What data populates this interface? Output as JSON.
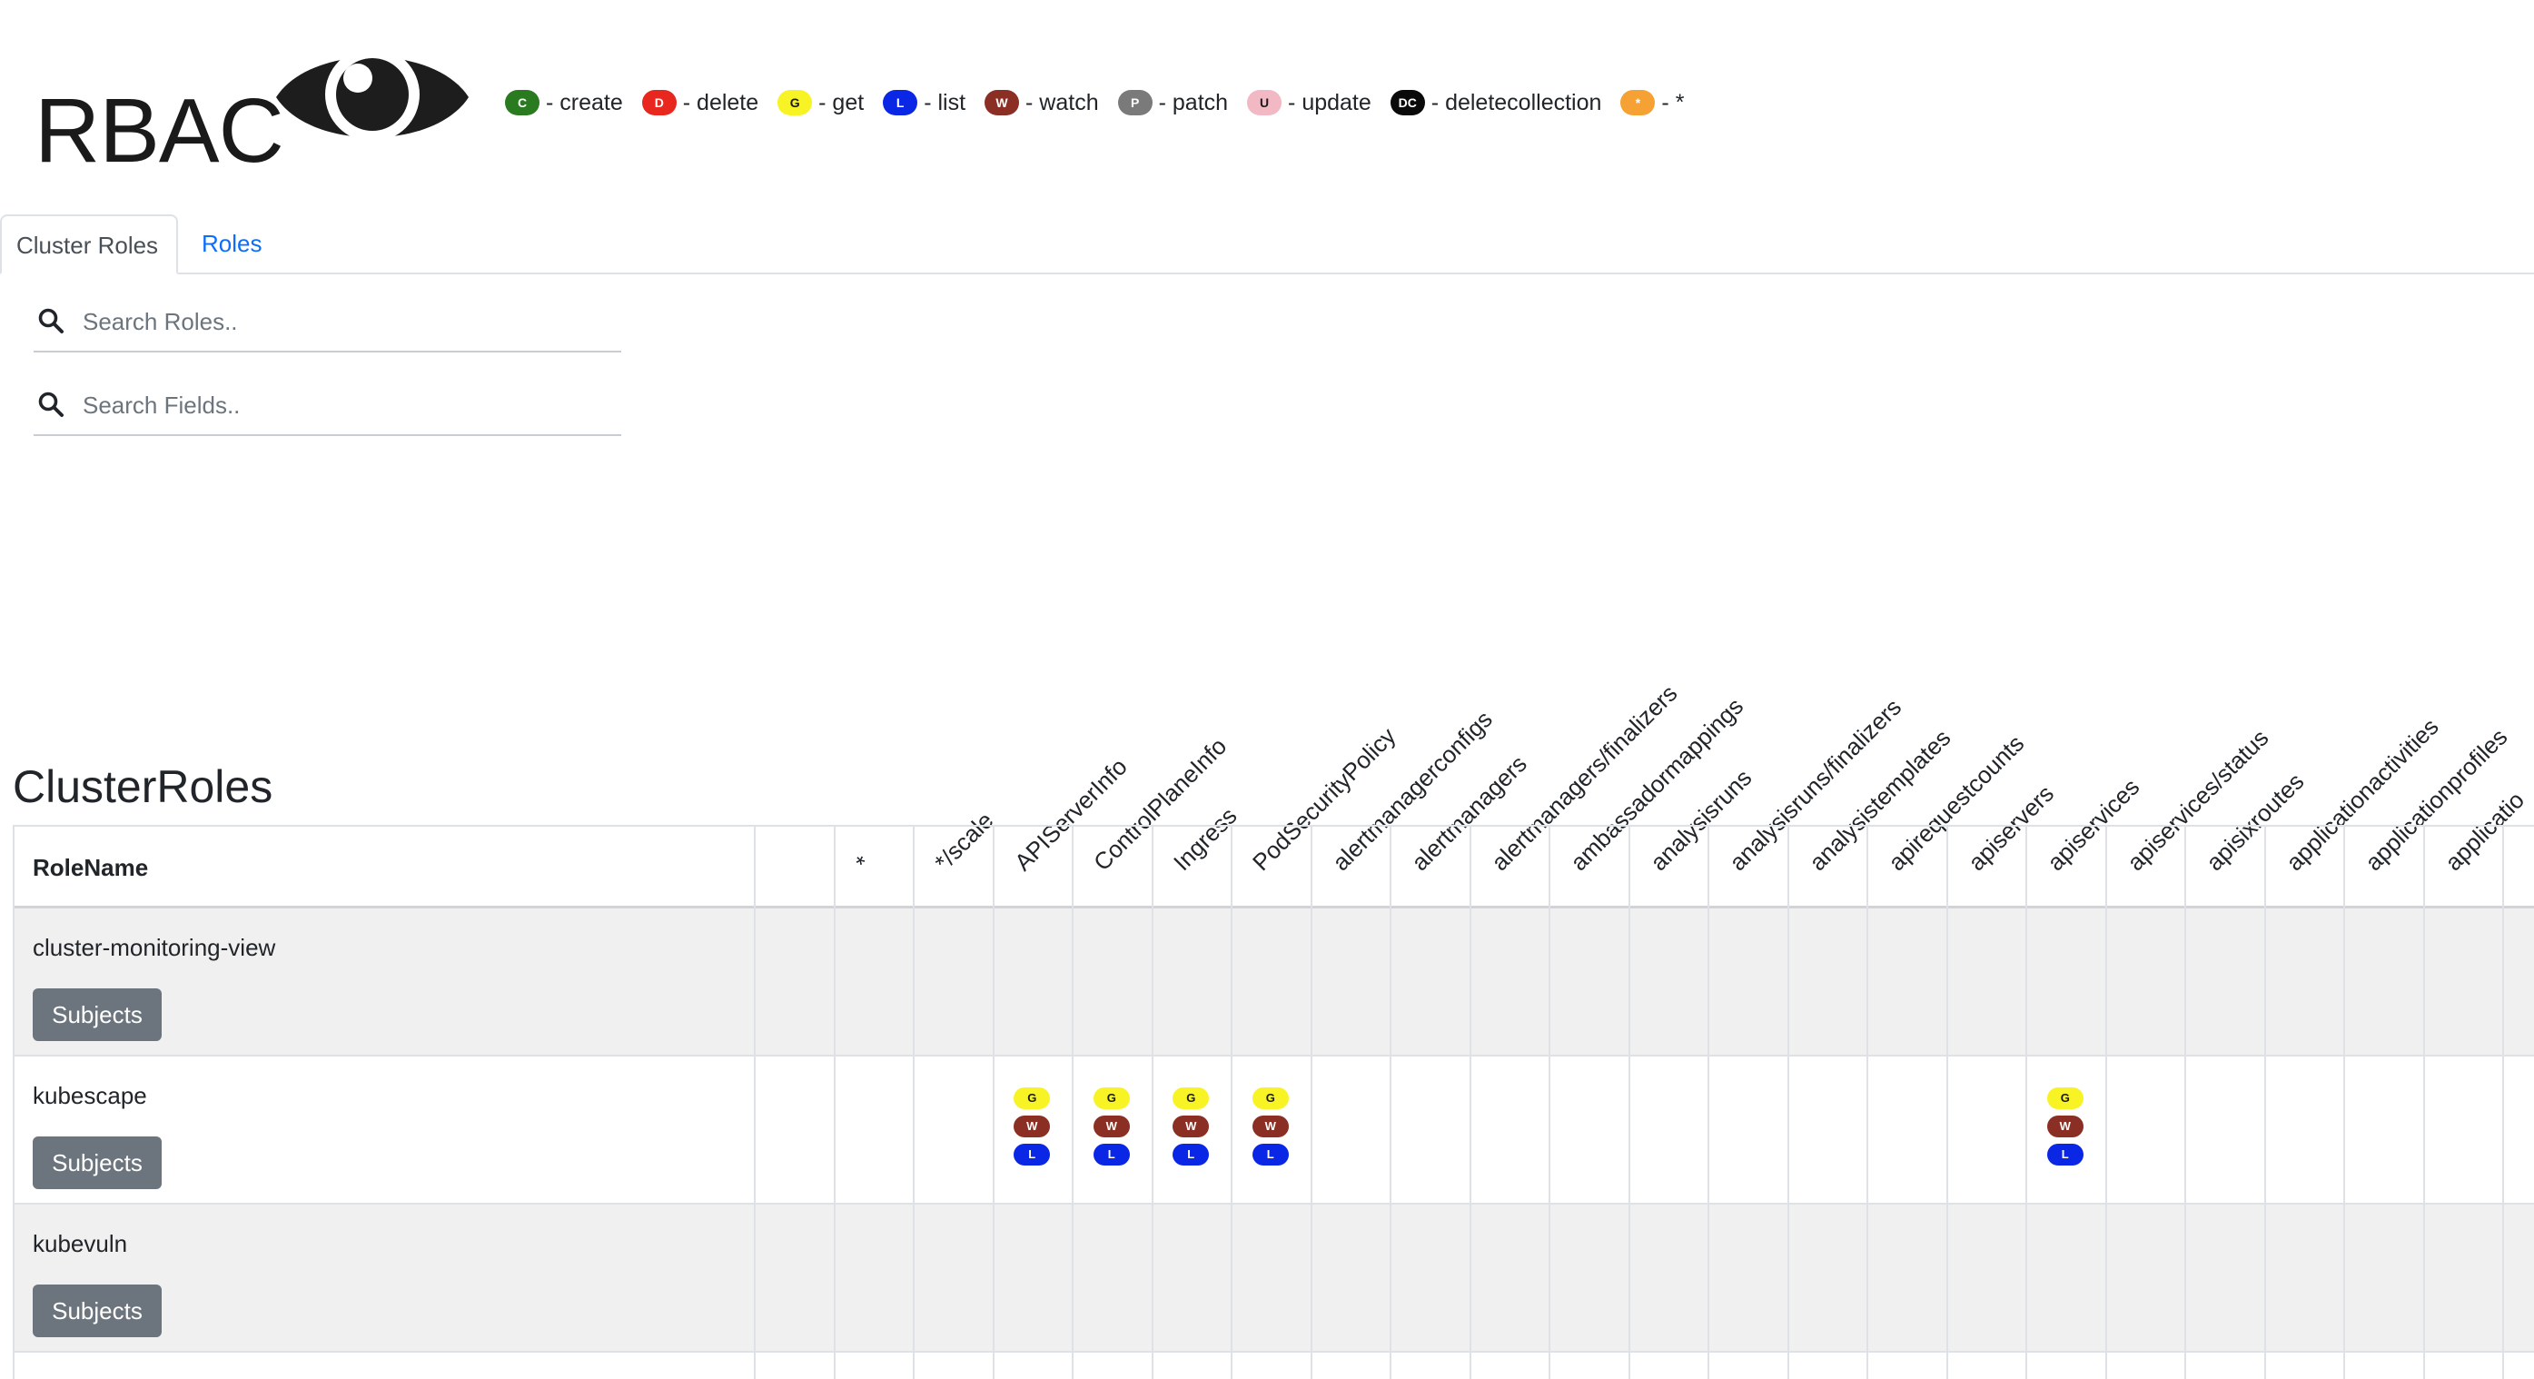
{
  "brand": {
    "title": "RBAC",
    "logo_icon": "eye-icon"
  },
  "legend": [
    {
      "code": "C",
      "label": "- create",
      "bg": "#2a7a1f",
      "fg": "#ffffff"
    },
    {
      "code": "D",
      "label": "- delete",
      "bg": "#e8271e",
      "fg": "#ffffff"
    },
    {
      "code": "G",
      "label": "- get",
      "bg": "#f7f325",
      "fg": "#1a1a1a"
    },
    {
      "code": "L",
      "label": "- list",
      "bg": "#0a27e6",
      "fg": "#ffffff"
    },
    {
      "code": "W",
      "label": "- watch",
      "bg": "#8b2e24",
      "fg": "#ffffff"
    },
    {
      "code": "P",
      "label": "- patch",
      "bg": "#7a7a7a",
      "fg": "#ffffff"
    },
    {
      "code": "U",
      "label": "- update",
      "bg": "#f2b8c4",
      "fg": "#1a1a1a"
    },
    {
      "code": "DC",
      "label": "- deletecollection",
      "bg": "#0a0a0a",
      "fg": "#ffffff"
    },
    {
      "code": "*",
      "label": "- *",
      "bg": "#f5a133",
      "fg": "#ffffff"
    }
  ],
  "tabs": [
    {
      "label": "Cluster Roles",
      "active": true
    },
    {
      "label": "Roles",
      "active": false
    }
  ],
  "search": {
    "roles_placeholder": "Search Roles..",
    "fields_placeholder": "Search Fields.."
  },
  "section_title": "ClusterRoles",
  "table": {
    "role_name_header": "RoleName",
    "columns": [
      "",
      "*",
      "*/scale",
      "APIServerInfo",
      "ControlPlaneInfo",
      "Ingress",
      "PodSecurityPolicy",
      "alertmanagerconfigs",
      "alertmanagers",
      "alertmanagers/finalizers",
      "ambassadormappings",
      "analysisruns",
      "analysisruns/finalizers",
      "analysistemplates",
      "apirequestcounts",
      "apiservers",
      "apiservices",
      "apiservices/status",
      "apisixroutes",
      "applicationactivities",
      "applicationprofiles",
      "applicatio"
    ],
    "subjects_label": "Subjects",
    "rows": [
      {
        "name": "cluster-monitoring-view",
        "shaded": true,
        "perms": {}
      },
      {
        "name": "kubescape",
        "shaded": false,
        "perms": {
          "APIServerInfo": [
            "G",
            "W",
            "L"
          ],
          "ControlPlaneInfo": [
            "G",
            "W",
            "L"
          ],
          "Ingress": [
            "G",
            "W",
            "L"
          ],
          "PodSecurityPolicy": [
            "G",
            "W",
            "L"
          ],
          "apiservices": [
            "G",
            "W",
            "L"
          ]
        }
      },
      {
        "name": "kubevuln",
        "shaded": true,
        "perms": {}
      }
    ]
  }
}
